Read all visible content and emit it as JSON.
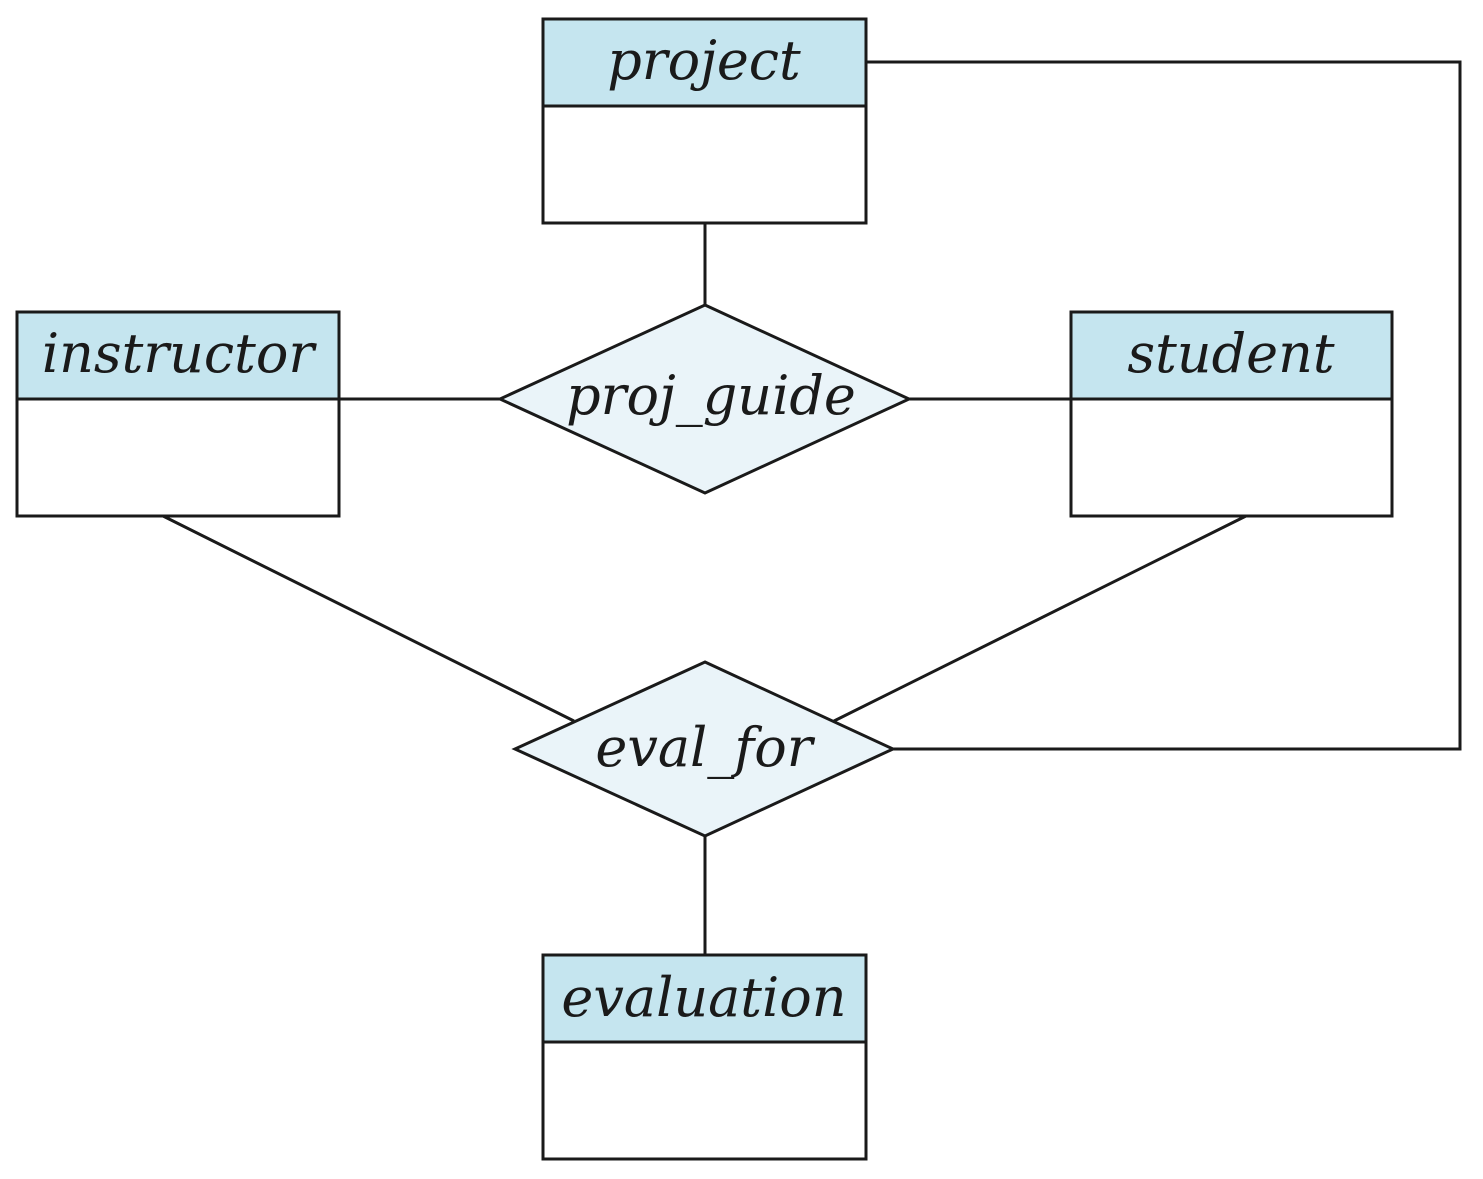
{
  "diagram": {
    "entities": {
      "project": {
        "name": "project",
        "attributes": []
      },
      "instructor": {
        "name": "instructor",
        "attributes": []
      },
      "student": {
        "name": "student",
        "attributes": []
      },
      "evaluation": {
        "name": "evaluation",
        "attributes": []
      }
    },
    "relationships": {
      "proj_guide": {
        "name": "proj_guide",
        "participants": [
          "project",
          "instructor",
          "student"
        ]
      },
      "eval_for": {
        "name": "eval_for",
        "participants": [
          "instructor",
          "student",
          "project",
          "evaluation"
        ]
      }
    },
    "colors": {
      "entity_header": "#c5e5ef",
      "relationship_fill": "#eaf4f9",
      "stroke": "#1a1a1a"
    }
  }
}
